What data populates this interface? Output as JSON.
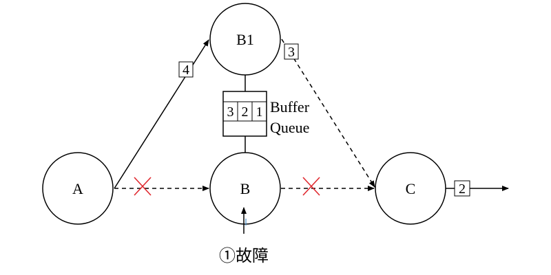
{
  "nodes": {
    "a": "A",
    "b": "B",
    "b1": "B1",
    "c": "C"
  },
  "packets": {
    "a_to_b1": "4",
    "b1_to_c": "3",
    "c_out": "2"
  },
  "buffer": {
    "cells": [
      "3",
      "2",
      "1"
    ],
    "label_line1": "Buffer",
    "label_line2": "Queue"
  },
  "fault": {
    "label": "①故障"
  },
  "colors": {
    "stroke": "#000000",
    "cross": "#e0282e"
  }
}
